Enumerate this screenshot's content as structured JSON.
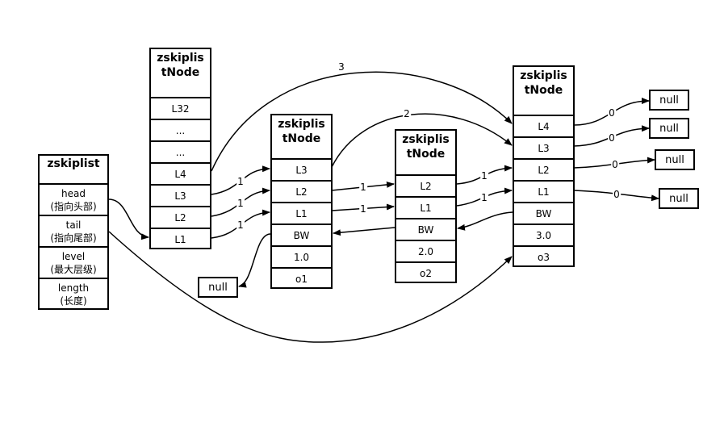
{
  "zskiplist": {
    "title": "zskiplist",
    "fields": [
      {
        "name": "head",
        "desc": "(指向头部)"
      },
      {
        "name": "tail",
        "desc": "(指向尾部)"
      },
      {
        "name": "level",
        "desc": "(最大层级)"
      },
      {
        "name": "length",
        "desc": "(长度)"
      }
    ]
  },
  "header_node": {
    "title": "zskiplistNode",
    "title_line1": "zskiplis",
    "title_line2": "tNode",
    "levels": [
      "L32",
      "...",
      "...",
      "L4",
      "L3",
      "L2",
      "L1"
    ]
  },
  "node1": {
    "title_line1": "zskiplis",
    "title_line2": "tNode",
    "levels": [
      "L3",
      "L2",
      "L1"
    ],
    "backward": "BW",
    "score": "1.0",
    "obj": "o1"
  },
  "node2": {
    "title_line1": "zskiplis",
    "title_line2": "tNode",
    "levels": [
      "L2",
      "L1"
    ],
    "backward": "BW",
    "score": "2.0",
    "obj": "o2"
  },
  "node3": {
    "title_line1": "zskiplis",
    "title_line2": "tNode",
    "levels": [
      "L4",
      "L3",
      "L2",
      "L1"
    ],
    "backward": "BW",
    "score": "3.0",
    "obj": "o3"
  },
  "null_label": "null",
  "span_labels": {
    "head_l4_to_node3": "3",
    "node1_l3_to_node3": "2",
    "head_l3": "1",
    "head_l2": "1",
    "head_l1": "1",
    "node1_l2": "1",
    "node1_l1": "1",
    "node2_l2": "1",
    "node2_l1": "1",
    "node3_l4": "0",
    "node3_l3": "0",
    "node3_l2": "0",
    "node3_l1": "0"
  }
}
